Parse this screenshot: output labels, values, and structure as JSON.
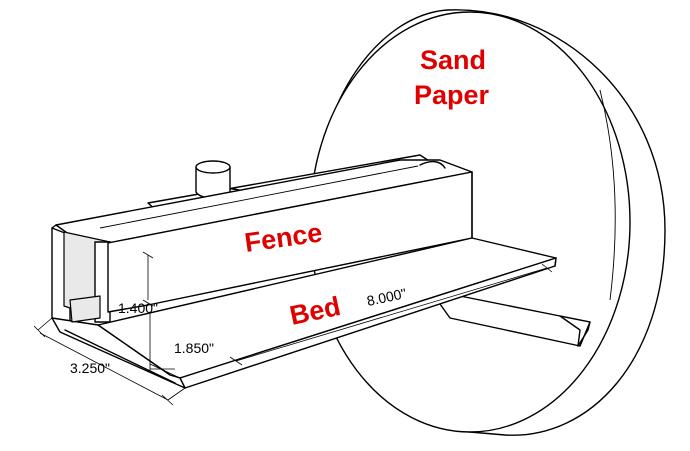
{
  "labels": {
    "sandpaper_line1": "Sand",
    "sandpaper_line2": "Paper",
    "fence": "Fence",
    "bed": "Bed"
  },
  "dimensions": {
    "height": "1.400\"",
    "length": "8.000\"",
    "width": "3.250\"",
    "inner": "1.850\""
  },
  "colors": {
    "label": "#e00000",
    "line": "#000000"
  }
}
